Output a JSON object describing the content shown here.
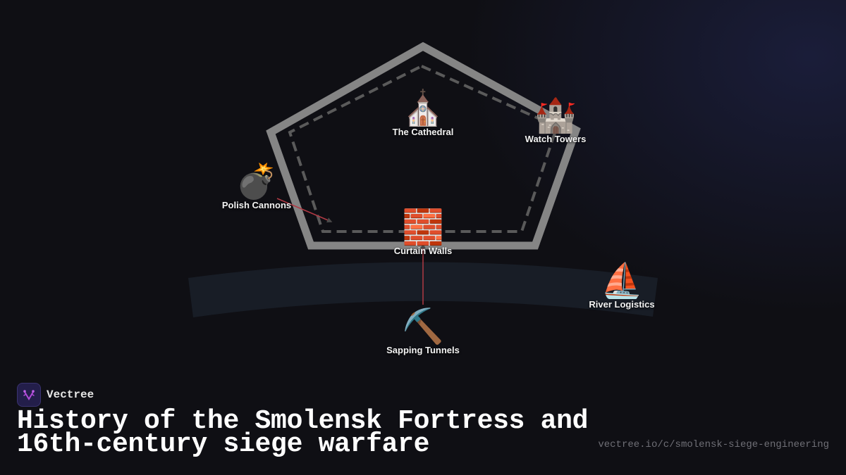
{
  "brand": {
    "name": "Vectree",
    "logo_icon": "vectree-fork-icon",
    "accent": "#b04ad8"
  },
  "title": {
    "line1": "History of the Smolensk Fortress and",
    "line2": "16th-century siege warfare"
  },
  "url": "vectree.io/c/smolensk-siege-engineering",
  "colors": {
    "background": "#0f0f14",
    "outer_wall": "#858585",
    "inner_dashed": "#5a5a5a",
    "river": "#181d26",
    "attack_line": "#b03a44",
    "arrowhead": "#4a4a4a"
  },
  "nodes": [
    {
      "id": "cathedral",
      "label": "The Cathedral",
      "icon": "church-icon",
      "emoji": "⛪"
    },
    {
      "id": "towers",
      "label": "Watch Towers",
      "icon": "castle-icon",
      "emoji": "🏰"
    },
    {
      "id": "cannons",
      "label": "Polish Cannons",
      "icon": "bomb-icon",
      "emoji": "💣"
    },
    {
      "id": "walls",
      "label": "Curtain Walls",
      "icon": "brick-icon",
      "emoji": "🧱"
    },
    {
      "id": "river",
      "label": "River Logistics",
      "icon": "sailboat-icon",
      "emoji": "⛵"
    },
    {
      "id": "tunnels",
      "label": "Sapping Tunnels",
      "icon": "pickaxe-icon",
      "emoji": "⛏️"
    }
  ],
  "edges": [
    {
      "from": "Polish Cannons",
      "to": "Curtain Walls (west bastion)",
      "type": "attack"
    },
    {
      "from": "Sapping Tunnels",
      "to": "Curtain Walls",
      "type": "attack"
    }
  ]
}
